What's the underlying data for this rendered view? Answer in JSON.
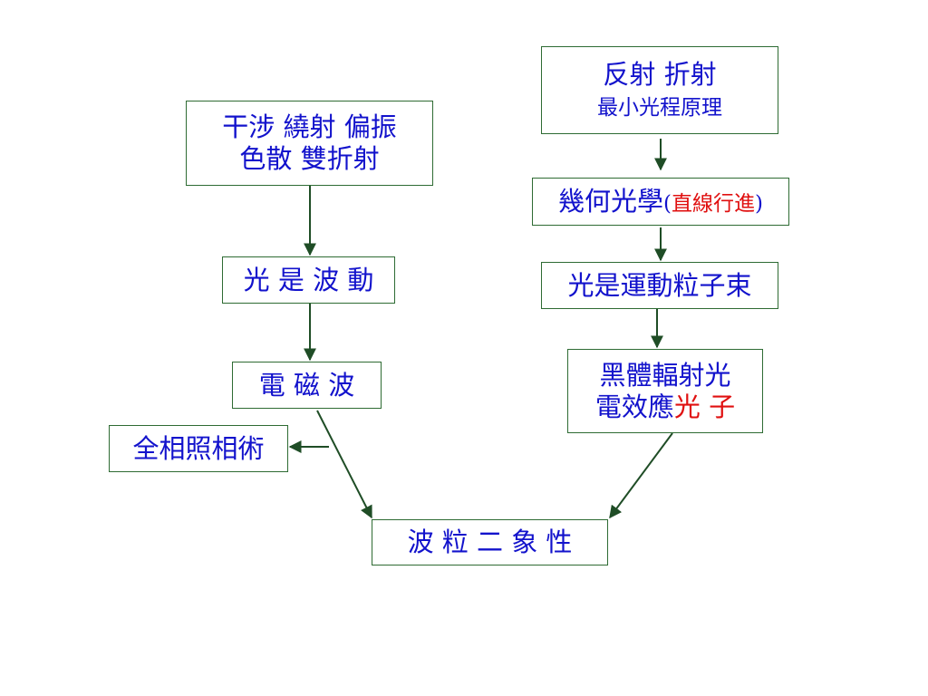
{
  "colors": {
    "text": "#1212cc",
    "highlight": "#e01010",
    "border": "#2e6b33",
    "arrow": "#1f4d26"
  },
  "nodes": {
    "reflection": {
      "line1": "反射 折射",
      "line2": "最小光程原理"
    },
    "interference": {
      "line1": "干涉 繞射 偏振",
      "line2": "色散 雙折射"
    },
    "geometric_optics": {
      "main": "幾何光學",
      "paren_open": "(",
      "highlight": "直線行進",
      "paren_close": ")"
    },
    "light_is_wave": {
      "label": "光 是 波 動"
    },
    "light_is_particles": {
      "label": "光是運動粒子束"
    },
    "em_wave": {
      "label": "電 磁 波"
    },
    "blackbody": {
      "line1": "黑體輻射光",
      "line2_prefix": "電效應",
      "line2_highlight": "光 子"
    },
    "holography": {
      "label": "全相照相術"
    },
    "duality": {
      "label": "波 粒 二 象 性"
    }
  },
  "edges": [
    {
      "from": "interference",
      "to": "light_is_wave"
    },
    {
      "from": "light_is_wave",
      "to": "em_wave"
    },
    {
      "from": "reflection",
      "to": "geometric_optics"
    },
    {
      "from": "geometric_optics",
      "to": "light_is_particles"
    },
    {
      "from": "light_is_particles",
      "to": "blackbody"
    },
    {
      "from": "em_wave",
      "to": "holography"
    },
    {
      "from": "em_wave",
      "to": "duality"
    },
    {
      "from": "blackbody",
      "to": "duality"
    }
  ]
}
